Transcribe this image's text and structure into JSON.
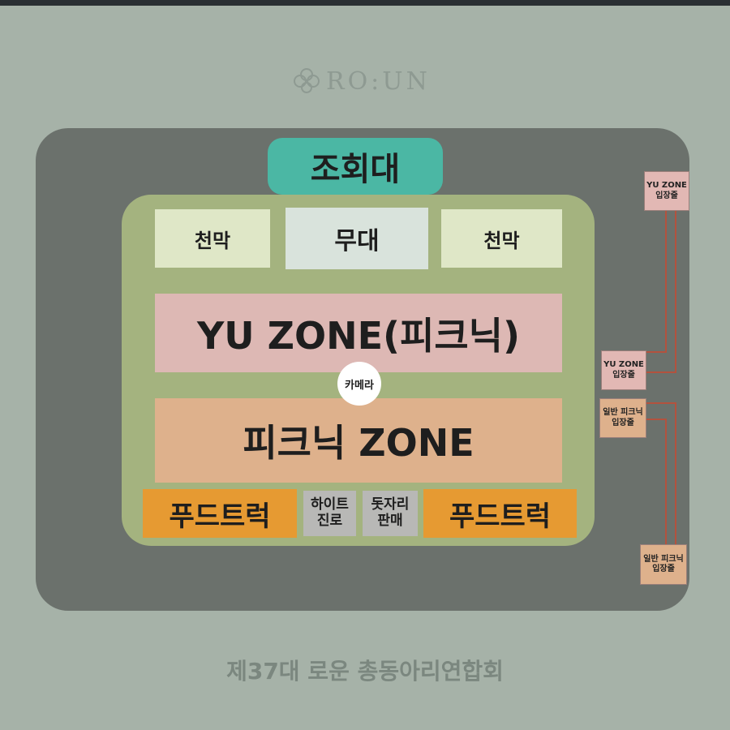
{
  "logo": {
    "text": "RO:UN",
    "icon": "clover-icon"
  },
  "layout": {
    "stand": "조회대",
    "curtain_left": "천막",
    "stage": "무대",
    "curtain_right": "천막",
    "yu_zone": "YU ZONE(피크닉)",
    "camera": "카메라",
    "picnic_zone": "피크닉 ZONE",
    "food_truck_left": "푸드트럭",
    "highlight_path": [
      "하이트",
      "진로"
    ],
    "mat_sales": [
      "돗자리",
      "판매"
    ],
    "food_truck_right": "푸드트럭"
  },
  "entrances": [
    {
      "lines": [
        "YU ZONE",
        "입장줄"
      ]
    },
    {
      "lines": [
        "YU ZONE",
        "입장줄"
      ]
    },
    {
      "lines": [
        "일반 피크닉",
        "입장줄"
      ]
    },
    {
      "lines": [
        "일반 피크닉",
        "입장줄"
      ]
    }
  ],
  "footer": "제37대 로운 총동아리연합회",
  "colors": {
    "background": "#a6b2a8",
    "field": "#6b716c",
    "inner": "#a4b37f",
    "stand": "#4bb7a4",
    "yu_zone": "#ddb8b4",
    "picnic_zone": "#deb18c",
    "food_truck": "#e69a32",
    "line": "#b3523e"
  }
}
